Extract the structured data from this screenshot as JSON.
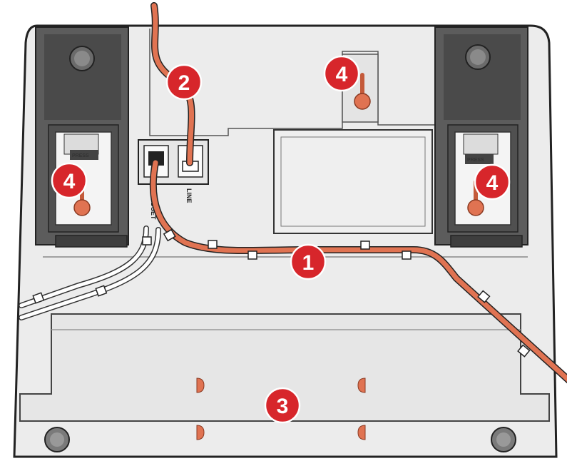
{
  "colors": {
    "base_fill": "#ebebeb",
    "base_stroke": "#222222",
    "panel_dark": "#5a5a5a",
    "panel_darker": "#3e3e3e",
    "cable": "#e07352",
    "callout_red": "#d7262b",
    "foot": "#7a7a7a"
  },
  "ports": {
    "handset_label": "HANDSET",
    "line_label": "LINE"
  },
  "clips": {
    "left_label": "PRESS",
    "right_label": "PRESS"
  },
  "callouts": [
    {
      "id": "callout-1",
      "label": "1"
    },
    {
      "id": "callout-2",
      "label": "2"
    },
    {
      "id": "callout-3",
      "label": "3"
    },
    {
      "id": "callout-4a",
      "label": "4"
    },
    {
      "id": "callout-4b",
      "label": "4"
    },
    {
      "id": "callout-4c",
      "label": "4"
    }
  ]
}
